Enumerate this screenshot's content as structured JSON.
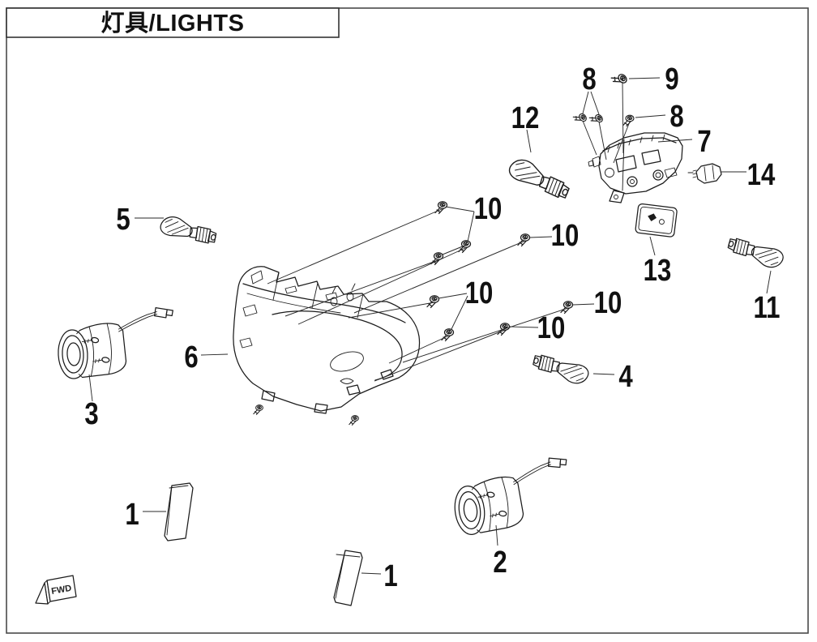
{
  "title_box": {
    "title": "灯具/LIGHTS"
  },
  "orientation_marker": {
    "label": "FWD"
  },
  "colors": {
    "background": "#ffffff",
    "line": "#1c1c1c",
    "frame": "#4a4a4a",
    "text": "#111111"
  },
  "callouts": [
    {
      "part": "5"
    },
    {
      "part": "3"
    },
    {
      "part": "6"
    },
    {
      "part": "12"
    },
    {
      "part": "8"
    },
    {
      "part": "9"
    },
    {
      "part": "8"
    },
    {
      "part": "7"
    },
    {
      "part": "14"
    },
    {
      "part": "13"
    },
    {
      "part": "11"
    },
    {
      "part": "10"
    },
    {
      "part": "10"
    },
    {
      "part": "10"
    },
    {
      "part": "10"
    },
    {
      "part": "10"
    },
    {
      "part": "4"
    },
    {
      "part": "1"
    },
    {
      "part": "1"
    },
    {
      "part": "2"
    }
  ]
}
